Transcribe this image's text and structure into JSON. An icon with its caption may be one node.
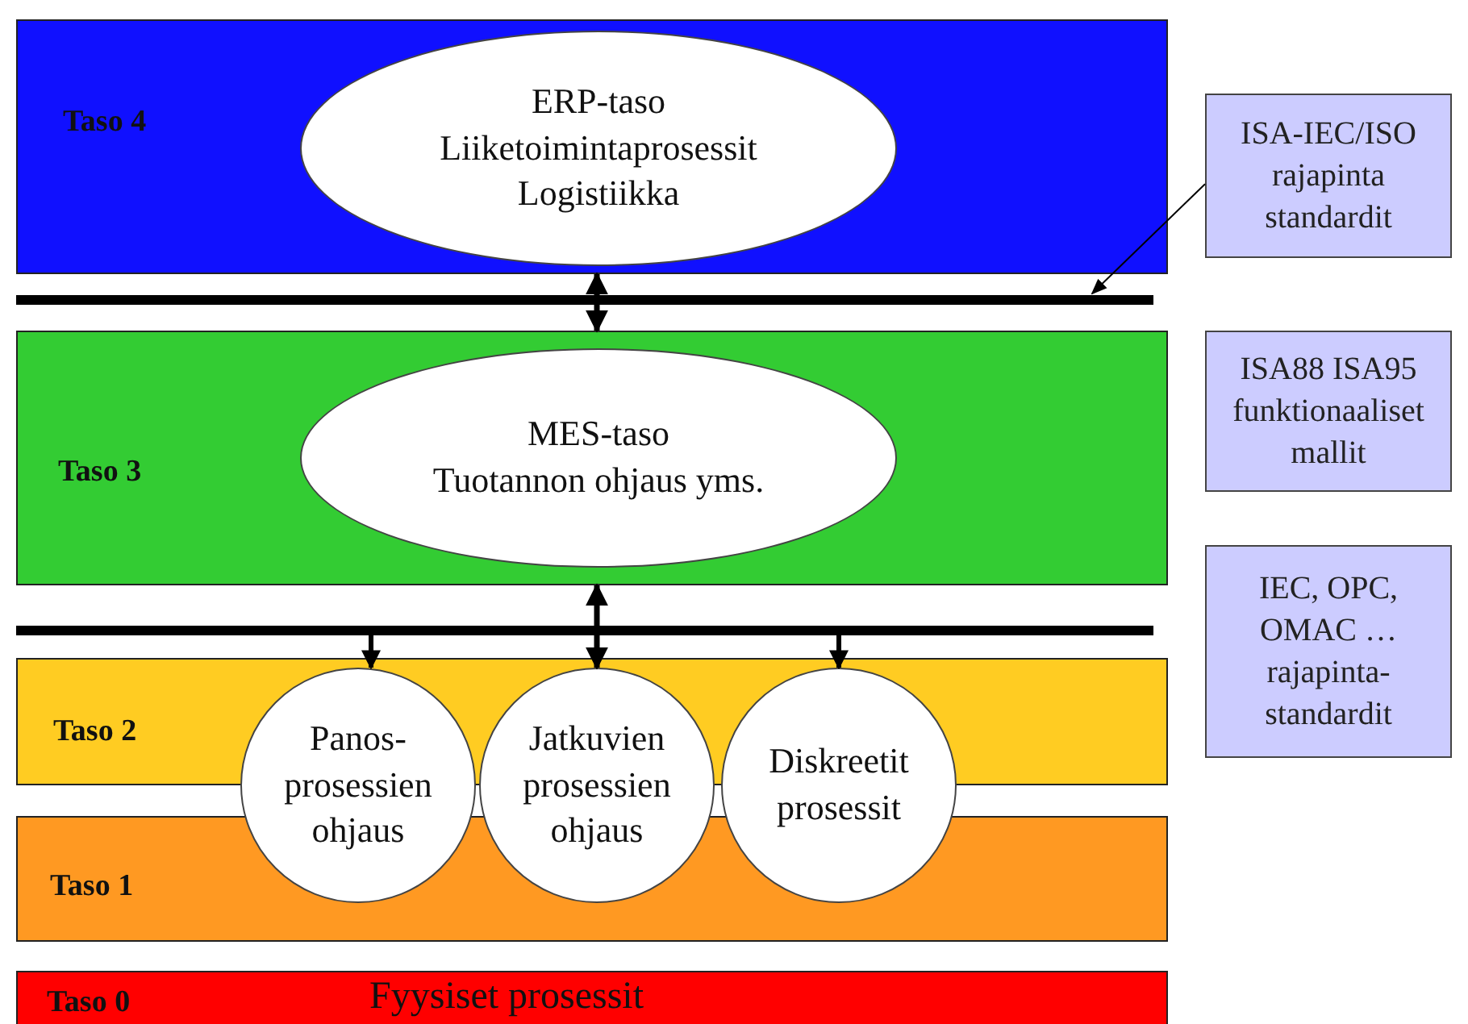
{
  "diagram": {
    "nodes": [
      {
        "text": [
          "Taso 4"
        ]
      },
      {
        "text": [
          "ERP-taso Liiketoimintaprosessit Logistiikka"
        ],
        "in": 0
      },
      {
        "text": [],
        "shape": "bar"
      },
      {
        "text": [
          "Taso 3"
        ]
      },
      {
        "text": [
          "MES-taso",
          "Tuotannon ohjaus yms."
        ],
        "in": 3
      },
      {
        "text": [],
        "shape": "bar"
      },
      {
        "text": [
          "Taso 2"
        ]
      },
      {
        "text": [
          "Taso 1"
        ]
      },
      {
        "text": [
          "Panos- prosessien ohjaus"
        ]
      },
      {
        "text": [
          "Jatkuvien prosessien ohjaus"
        ]
      },
      {
        "text": [
          "Diskreetit prosessit"
        ]
      },
      {
        "text": [
          "Taso 0",
          "Fyysiset prosessit"
        ]
      },
      {
        "text": [
          "ISA-IEC/ISO rajapinta standardit"
        ]
      },
      {
        "text": [
          "ISA88 ISA95 funktionaaliset mallit"
        ]
      },
      {
        "text": [
          "IEC, OPC, OMAC … rajapinta- standardit"
        ]
      }
    ],
    "edges": [
      {
        "from": 0,
        "to": 3,
        "arrow": "both"
      },
      {
        "from": 3,
        "to": 9,
        "arrow": "both"
      },
      {
        "from": 5,
        "to": 8,
        "arrow": "to"
      },
      {
        "from": 5,
        "to": 10,
        "arrow": "to"
      },
      {
        "from": 12,
        "to": 2,
        "arrow": "to"
      }
    ]
  }
}
